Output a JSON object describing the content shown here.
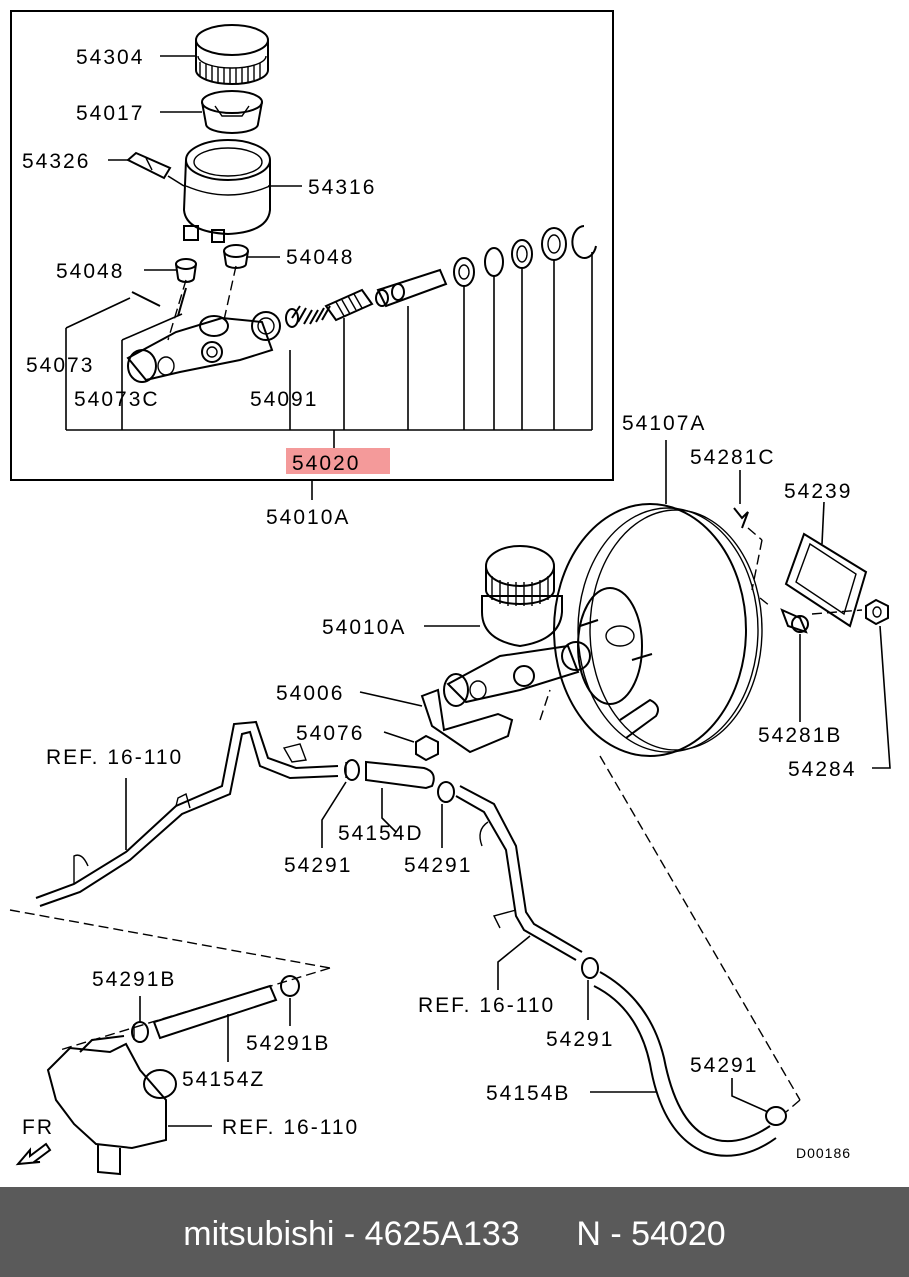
{
  "diagram": {
    "highlight_color": "#f49a9a",
    "labels": {
      "p54304": "54304",
      "p54017": "54017",
      "p54326": "54326",
      "p54316": "54316",
      "p54048_left": "54048",
      "p54048_right": "54048",
      "p54073": "54073",
      "p54073c": "54073C",
      "p54091": "54091",
      "p54020": "54020",
      "p54010a_box": "54010A",
      "p54107a": "54107A",
      "p54281c": "54281C",
      "p54239": "54239",
      "p54010a_assy": "54010A",
      "p54006": "54006",
      "p54076": "54076",
      "p54281b": "54281B",
      "p54284": "54284",
      "ref_top": "REF. 16-110",
      "p54154d": "54154D",
      "p54291_a": "54291",
      "p54291_b": "54291",
      "p54291b_a": "54291B",
      "p54291b_b": "54291B",
      "p54154z": "54154Z",
      "ref_mid": "REF. 16-110",
      "p54291_c": "54291",
      "p54291_d": "54291",
      "p54154b": "54154B",
      "ref_bottom": "REF. 16-110",
      "fr": "FR",
      "drawing_code": "D00186"
    }
  },
  "footer": {
    "text": "mitsubishi - 4625A133      N - 54020",
    "background": "#5a5a5a"
  }
}
